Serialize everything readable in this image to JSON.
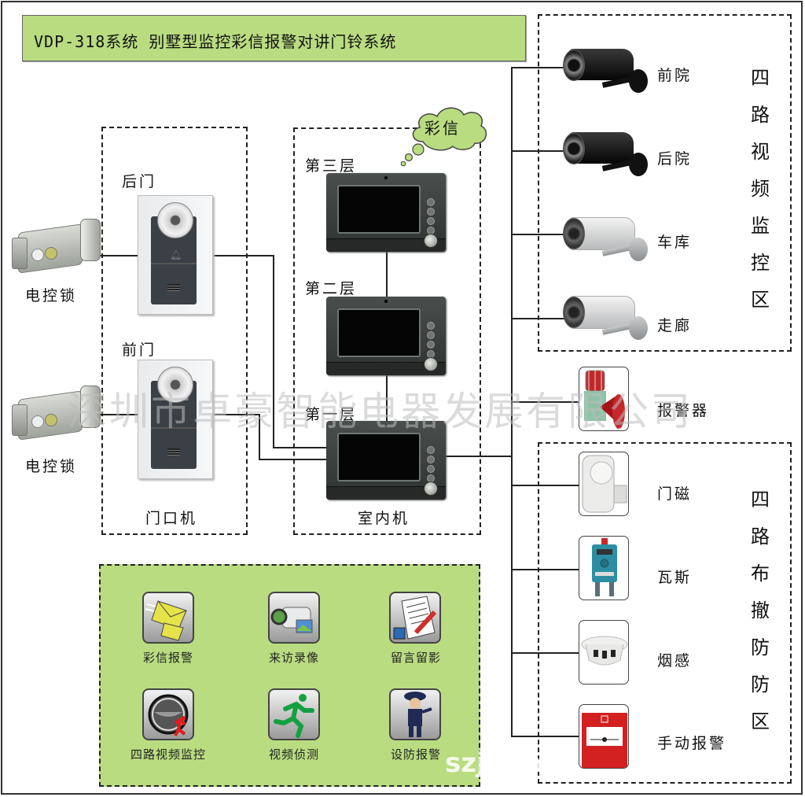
{
  "title": "VDP-318系统 别墅型监控彩信报警对讲门铃系统",
  "door_units": {
    "group_label": "门口机",
    "rear_door_label": "后门",
    "front_door_label": "前门",
    "lock_label": "电控锁"
  },
  "indoor_units": {
    "group_label": "室内机",
    "mms_bubble": "彩信",
    "floors": [
      "第三层",
      "第二层",
      "第一层"
    ]
  },
  "video_zone": {
    "title_chars": [
      "四",
      "路",
      "视",
      "频",
      "监",
      "控",
      "区"
    ],
    "cameras": [
      {
        "label": "前院",
        "style": "dark"
      },
      {
        "label": "后院",
        "style": "dark"
      },
      {
        "label": "车库",
        "style": "light"
      },
      {
        "label": "走廊",
        "style": "light"
      }
    ]
  },
  "alarm": {
    "label": "报警器"
  },
  "defense_zone": {
    "title_chars": [
      "四",
      "路",
      "布",
      "撤",
      "防",
      "防",
      "区"
    ],
    "sensors": [
      {
        "label": "门磁",
        "icon": "door-magnet-icon"
      },
      {
        "label": "瓦斯",
        "icon": "gas-detector-icon"
      },
      {
        "label": "烟感",
        "icon": "smoke-detector-icon"
      },
      {
        "label": "手动报警",
        "icon": "manual-alarm-icon"
      }
    ]
  },
  "features": [
    {
      "label": "彩信报警",
      "icon": "mms-envelope-icon"
    },
    {
      "label": "来访录像",
      "icon": "camcorder-icon"
    },
    {
      "label": "留言留影",
      "icon": "memo-pencil-icon"
    },
    {
      "label": "四路视频监控",
      "icon": "dome-camera-runner-icon"
    },
    {
      "label": "视频侦测",
      "icon": "running-man-icon"
    },
    {
      "label": "设防报警",
      "icon": "guard-icon"
    }
  ],
  "watermark": "深圳市卓豪智能电器发展有限公司",
  "watermark_partial": "szj        n.al",
  "colors": {
    "panel_green": "#b9dc80",
    "wire": "#222222"
  }
}
